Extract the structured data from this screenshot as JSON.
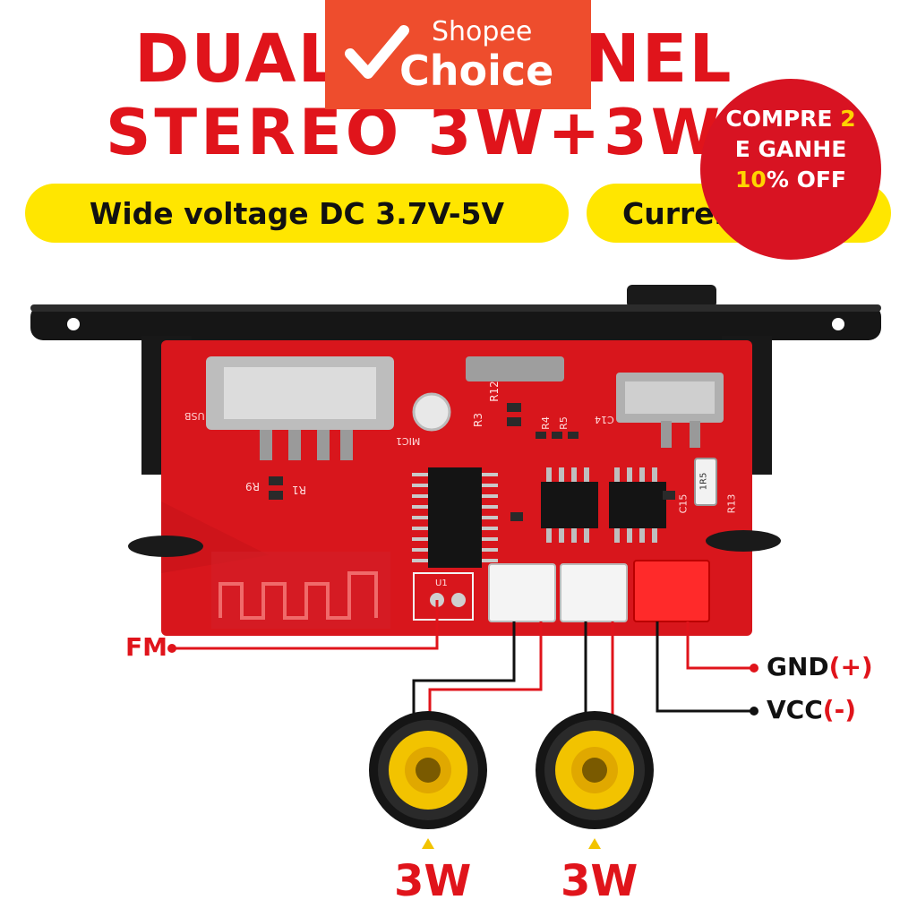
{
  "headline": {
    "line1": "DUAL CHANNEL",
    "line2": "STEREO 3W+3W"
  },
  "pills": {
    "voltage": "Wide voltage DC 3.7V-5V",
    "current": "Current 1A"
  },
  "badge": {
    "small": "Shopee",
    "big": "Choice"
  },
  "promo": {
    "line1_a": "COMPRE ",
    "line1_b": "2",
    "line2": "E GANHE",
    "line3_a": "10",
    "line3_b": "% OFF"
  },
  "board_silkscreen": [
    "USB",
    "R12",
    "R3",
    "R4",
    "R5",
    "C14",
    "MIC1",
    "R9",
    "R1",
    "C15",
    "R13",
    "1R5",
    "U1"
  ],
  "labels": {
    "fm": "FM",
    "gnd": "GND",
    "gnd_sign": "(+)",
    "vcc": "VCC",
    "vcc_sign": "(-)"
  },
  "speakers": [
    {
      "watt": "3W"
    },
    {
      "watt": "3W"
    }
  ],
  "colors": {
    "brand_red": "#e0141b",
    "pill_yellow": "#ffe600",
    "shopee_orange": "#ee4d2d",
    "board_red": "#d8161c"
  }
}
